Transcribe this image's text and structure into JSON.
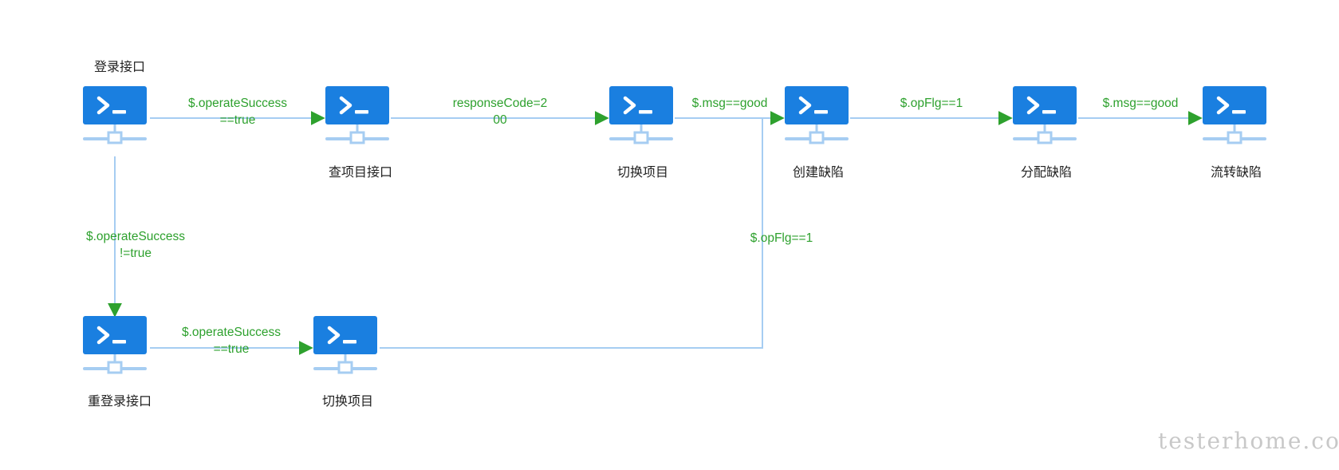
{
  "colors": {
    "node": "#1a7fe0",
    "edge": "#a6cdf2",
    "arrow": "#2ea12e",
    "label": "#2ea12e",
    "text": "#222222"
  },
  "icon": "terminal-server-icon",
  "nodes": {
    "login": "登录接口",
    "query_project": "查项目接口",
    "switch_project": "切换项目",
    "create_defect": "创建缺陷",
    "assign_defect": "分配缺陷",
    "transfer_defect": "流转缺陷",
    "relogin": "重登录接口",
    "switch_project_2": "切换项目"
  },
  "edges": {
    "login_to_query": [
      "$.operateSuccess",
      "==true"
    ],
    "query_to_switch": [
      "responseCode=2",
      "00"
    ],
    "switch_to_create": [
      "$.msg==good"
    ],
    "create_to_assign": [
      "$.opFlg==1"
    ],
    "assign_to_transfer": [
      "$.msg==good"
    ],
    "login_to_relogin": [
      "$.operateSuccess",
      "!=true"
    ],
    "relogin_to_switch2": [
      "$.operateSuccess",
      "==true"
    ],
    "switch2_to_create": [
      "$.opFlg==1"
    ]
  },
  "watermark": "testerhome.com"
}
